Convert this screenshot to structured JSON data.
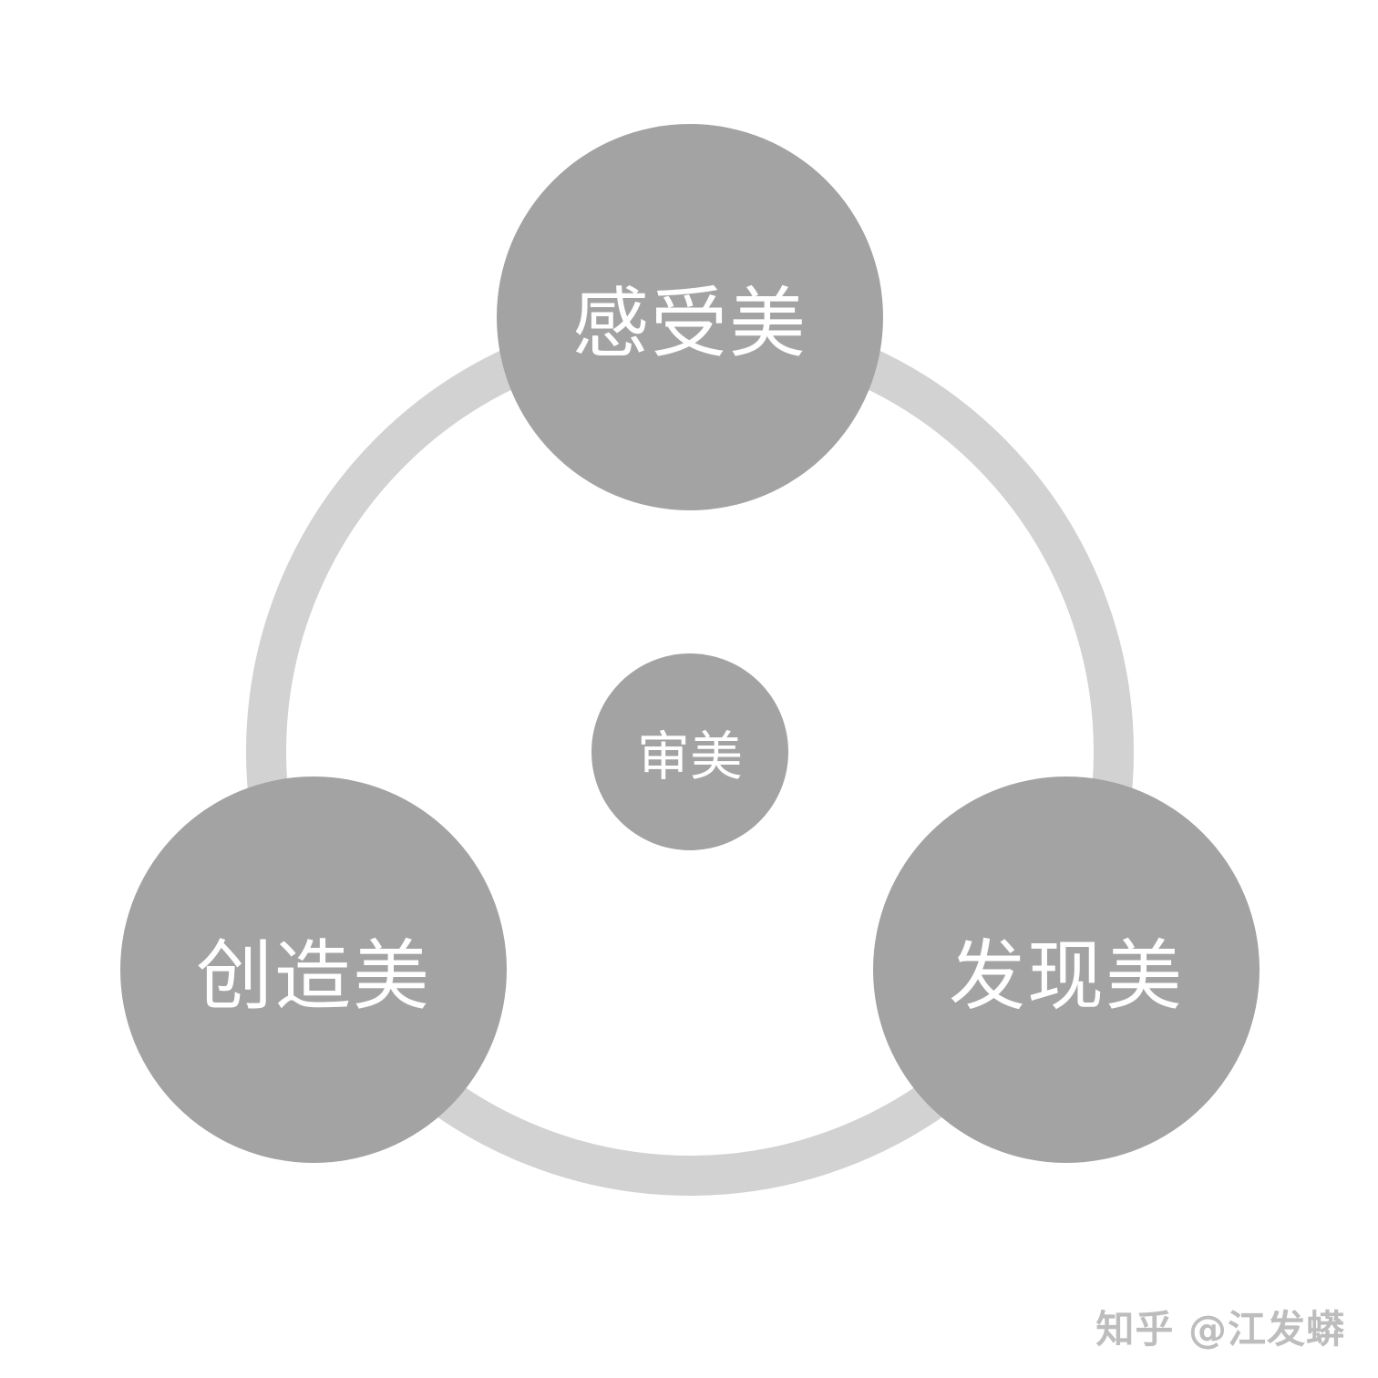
{
  "diagram": {
    "center": {
      "label": "审美"
    },
    "nodes": [
      {
        "id": "top",
        "label": "感受美"
      },
      {
        "id": "bottom-left",
        "label": "创造美"
      },
      {
        "id": "bottom-right",
        "label": "发现美"
      }
    ],
    "colors": {
      "node_fill": "#a3a3a3",
      "ring": "#d2d2d2",
      "text": "#ffffff"
    }
  },
  "watermark": {
    "text": "知乎 @江发蟒"
  }
}
